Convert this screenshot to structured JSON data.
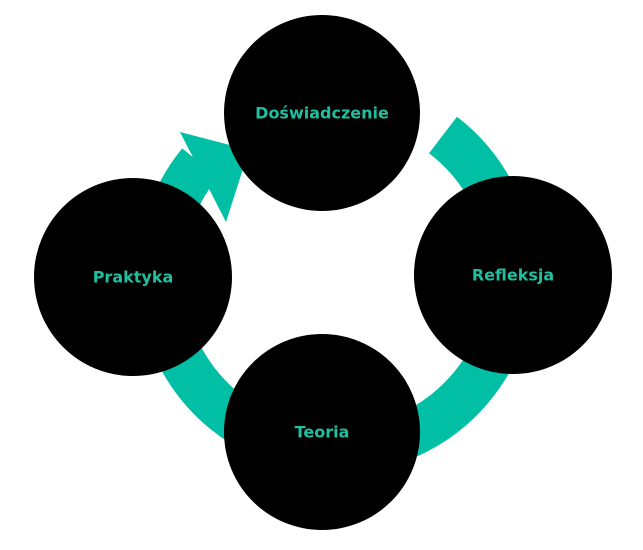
{
  "colors": {
    "ring": "#00bfa5",
    "node_fill": "#000000",
    "label": "#1fbf9f",
    "background": "#ffffff"
  },
  "nodes": {
    "top": {
      "label": "Doświadczenie"
    },
    "right": {
      "label": "Refleksja"
    },
    "bottom": {
      "label": "Teoria"
    },
    "left": {
      "label": "Praktyka"
    }
  },
  "cycle_order": [
    "Doświadczenie",
    "Refleksja",
    "Teoria",
    "Praktyka"
  ]
}
